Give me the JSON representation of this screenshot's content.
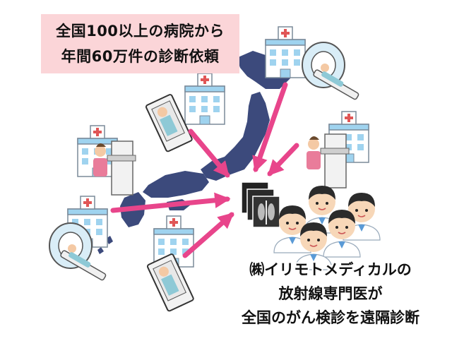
{
  "headline": {
    "line1": "全国100以上の病院から",
    "line2": "年間60万件の診断依頼"
  },
  "caption": {
    "line1": "㈱イリモトメディカルの",
    "line2": "放射線専門医が",
    "line3": "全国のがん検診を遠隔診断"
  },
  "colors": {
    "callout_bg": "#fbd5d8",
    "arrow": "#e8458b",
    "map": "#3c4a7c",
    "hospital": "#9fd3ef"
  }
}
